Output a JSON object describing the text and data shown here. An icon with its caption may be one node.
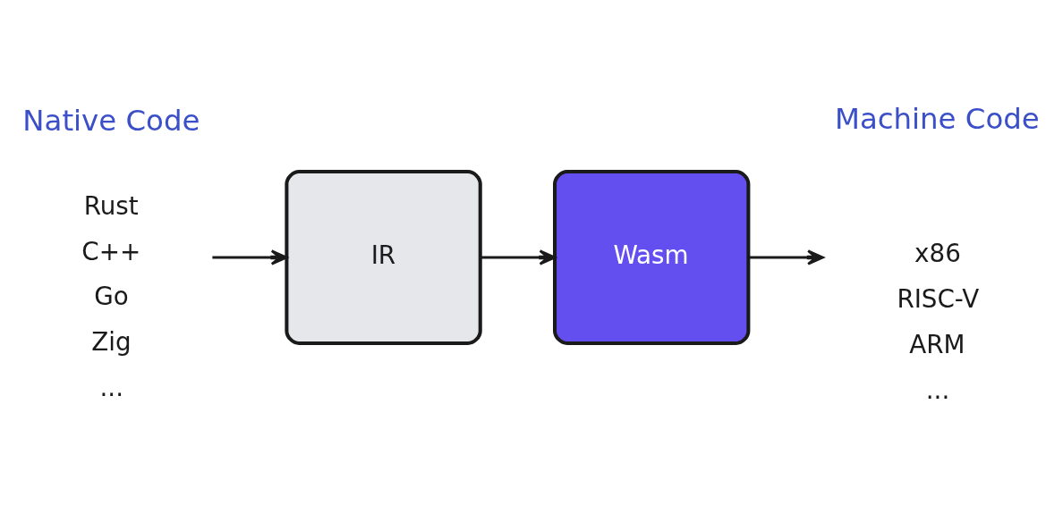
{
  "diagram": {
    "nodes": [
      {
        "text": [
          "Rust",
          "C++",
          "Go",
          "Zig",
          "..."
        ],
        "beside": [
          "Native Code"
        ]
      },
      {
        "text": [
          "IR"
        ]
      },
      {
        "text": [
          "Wasm"
        ]
      },
      {
        "text": [
          "x86",
          "RISC-V",
          "ARM",
          "..."
        ],
        "beside": [
          "Machine Code"
        ]
      }
    ],
    "edges": [
      {
        "from": 0,
        "to": 1,
        "arrow": "to"
      },
      {
        "from": 1,
        "to": 2,
        "arrow": "to"
      },
      {
        "from": 2,
        "to": 3,
        "arrow": "to"
      }
    ]
  }
}
